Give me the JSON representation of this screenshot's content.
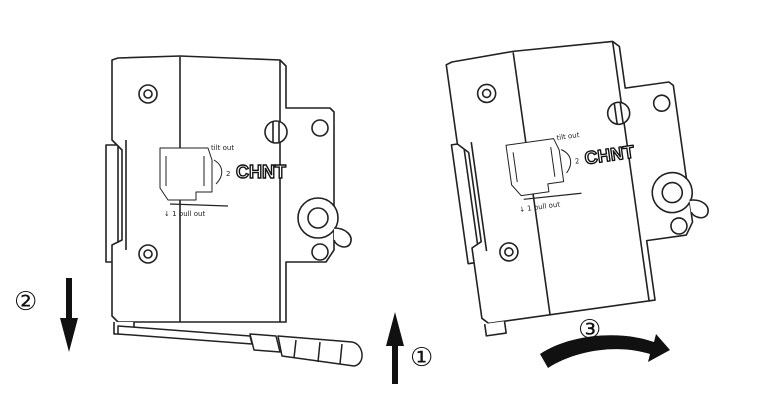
{
  "figure": {
    "steps": [
      {
        "marker": "①"
      },
      {
        "marker": "②"
      },
      {
        "marker": "③"
      }
    ],
    "breakers": [
      {
        "brand": "CHNT",
        "label_tilt": "tilt out",
        "label_step2": "2",
        "label_pull": "↓ 1  pull out"
      },
      {
        "brand": "CHNT",
        "label_tilt": "tilt out",
        "label_step2": "2",
        "label_pull": "↓ 1  pull out"
      }
    ],
    "colors": {
      "line": "#222222",
      "fill": "#ffffff",
      "arrow": "#111111"
    }
  }
}
